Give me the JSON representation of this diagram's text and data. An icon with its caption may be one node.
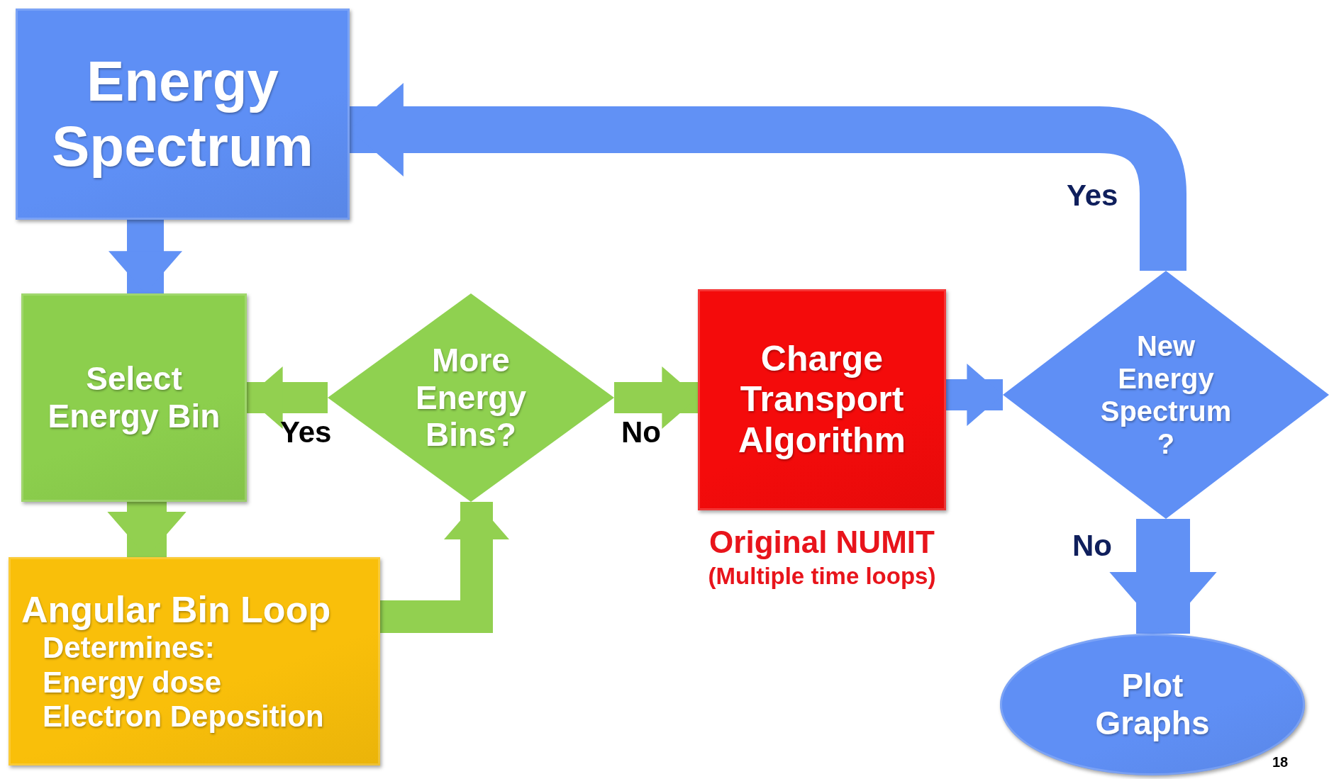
{
  "diagram": {
    "nodes": [
      {
        "text": [
          "Energy Spectrum"
        ]
      },
      {
        "text": [
          "Select Energy Bin"
        ]
      },
      {
        "text": [
          "More Energy Bins?"
        ]
      },
      {
        "text": [
          "Charge Transport Algorithm"
        ],
        "beside": [
          "Original NUMIT",
          "(Multiple time loops)"
        ]
      },
      {
        "text": [
          "New Energy Spectrum ?"
        ]
      },
      {
        "text": [
          "Angular Bin Loop",
          "Determines:",
          "Energy dose",
          "Electron Deposition"
        ]
      },
      {
        "text": [
          "Plot Graphs"
        ]
      }
    ],
    "edges": [
      {
        "from": 0,
        "to": 1,
        "arrow": "to",
        "color": "#6191f5"
      },
      {
        "from": 1,
        "to": 5,
        "arrow": "to",
        "color": "#92d050"
      },
      {
        "from": 5,
        "to": 2,
        "arrow": "to",
        "color": "#92d050"
      },
      {
        "from": 2,
        "to": 1,
        "arrow": "to",
        "label": "Yes",
        "color": "#92d050"
      },
      {
        "from": 2,
        "to": 3,
        "arrow": "to",
        "label": "No",
        "color": "#92d050"
      },
      {
        "from": 3,
        "to": 4,
        "arrow": "to",
        "color": "#6191f5"
      },
      {
        "from": 4,
        "to": 0,
        "arrow": "to",
        "label": "Yes",
        "color": "#6191f5"
      },
      {
        "from": 4,
        "to": 6,
        "arrow": "to",
        "label": "No",
        "color": "#6191f5"
      }
    ],
    "labels": [
      "18"
    ]
  }
}
